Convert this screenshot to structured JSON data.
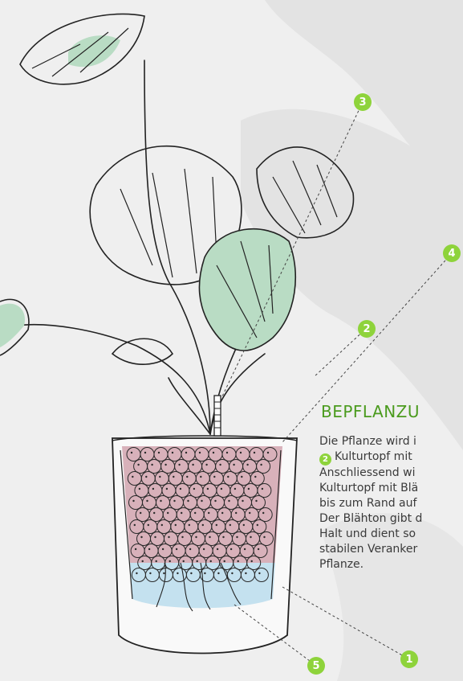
{
  "heading": "BEPFLANZU",
  "body_lines": {
    "l1": "Die Pflanze wird i",
    "l2": "Kulturtopf mit",
    "l3": "Anschliessend wi",
    "l4": "Kulturtopf mit Blä",
    "l5": "bis zum Rand auf",
    "l6": "Der Blähton gibt d",
    "l7": "Halt und dient so",
    "l8": "stabilen Veranker",
    "l9": "Pflanze."
  },
  "inline_badge": "2",
  "callouts": {
    "c1": "1",
    "c2": "2",
    "c3": "3",
    "c4": "4",
    "c5": "5"
  },
  "colors": {
    "accent_green": "#8ed33b",
    "heading_green": "#4b9b1e",
    "leaf_fill": "#b9dcc4",
    "substrate": "#d4a9b2",
    "water": "#c4e1ef"
  }
}
